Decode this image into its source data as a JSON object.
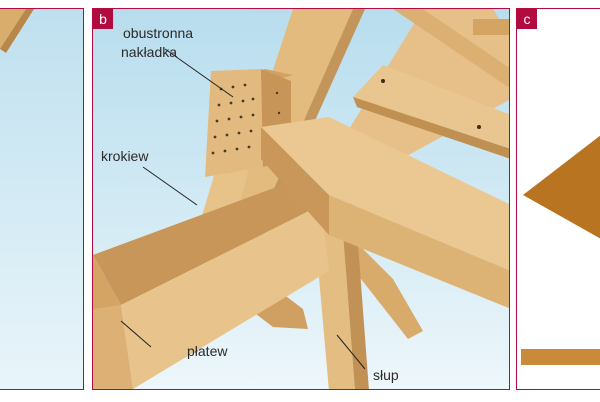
{
  "panels": {
    "b": {
      "badge": "b",
      "labels": {
        "overlay_line1": "obustronna",
        "overlay_line2": "nakładka",
        "rafter": "krokiew",
        "purlin": "płatew",
        "post": "słup"
      }
    },
    "c": {
      "badge": "c"
    }
  },
  "colors": {
    "accent": "#b10b3f",
    "sky": "#cfe7f2",
    "wood_light": "#ecc990",
    "wood_mid": "#d9ad6c",
    "wood_dark": "#b9874a",
    "roof_brown": "#b97422"
  }
}
